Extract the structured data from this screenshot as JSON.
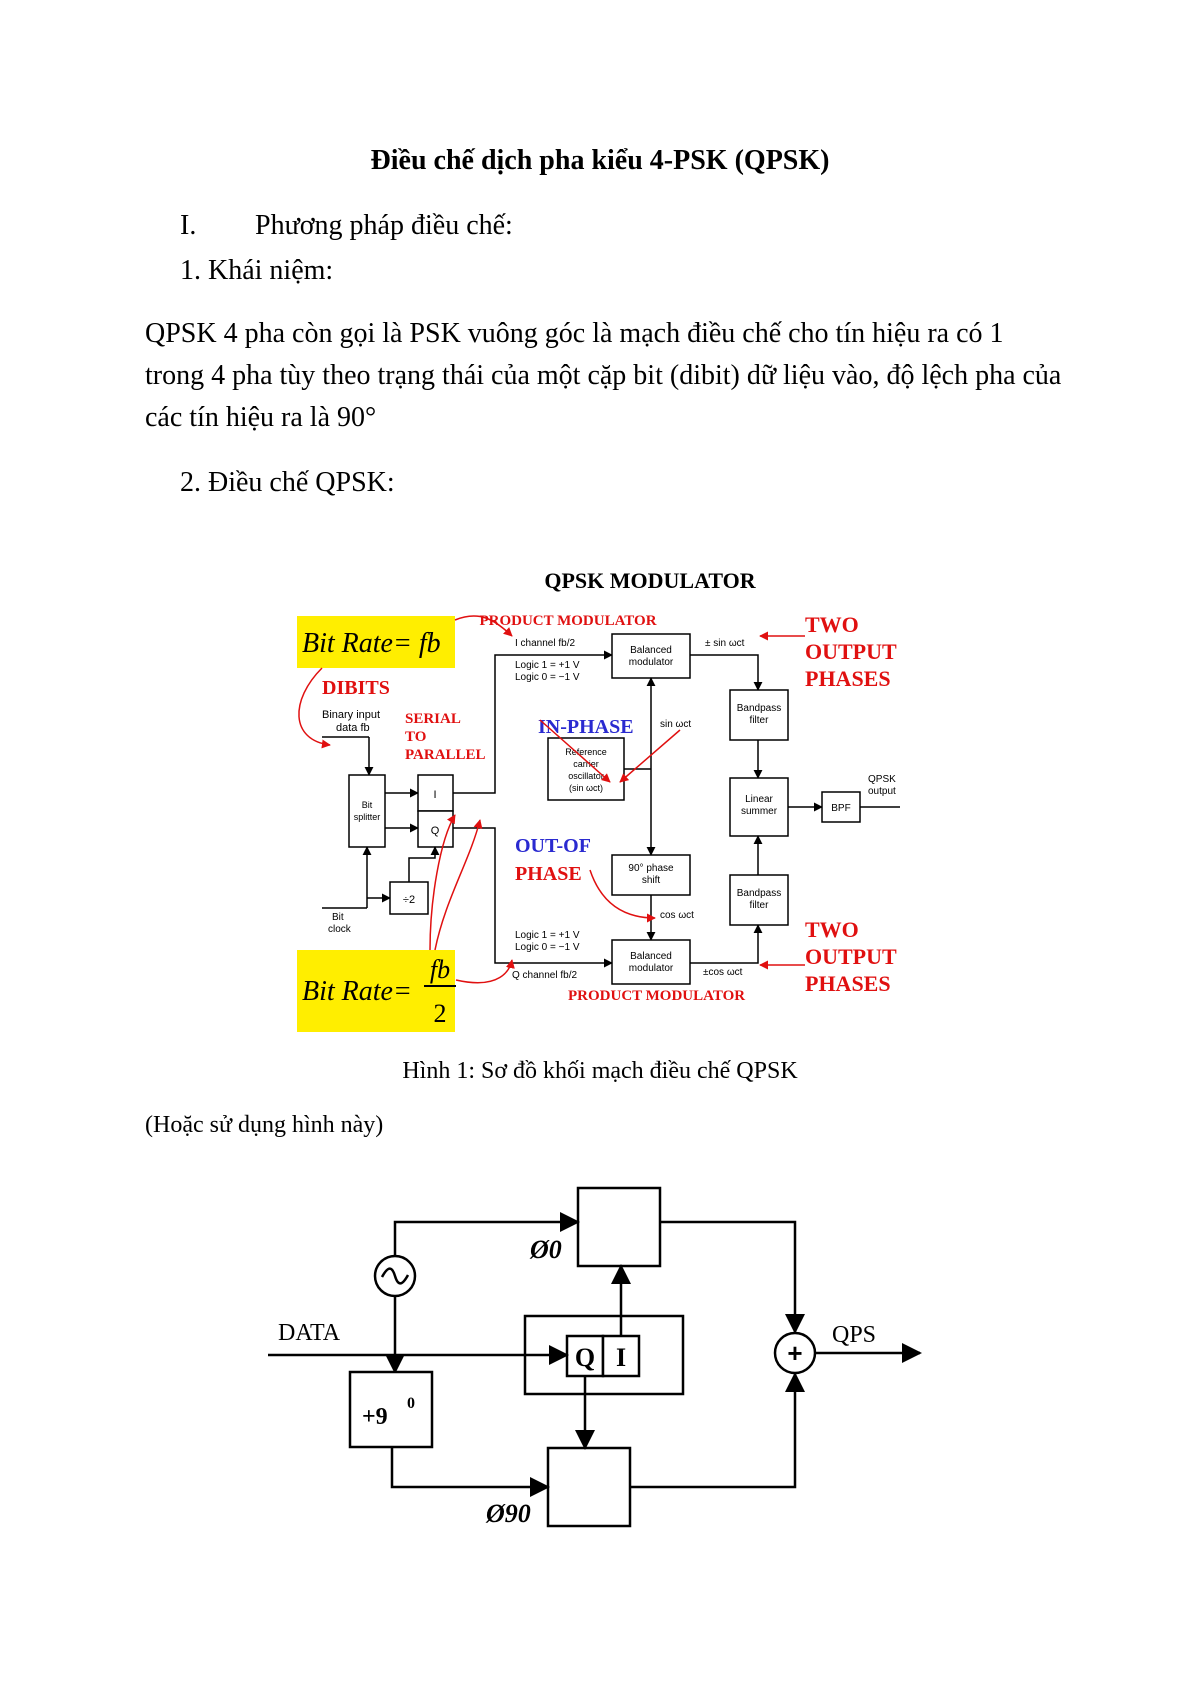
{
  "document": {
    "title": "Điều chế dịch pha kiểu 4-PSK (QPSK)",
    "section_num": "I.",
    "section_title": "Phương pháp điều chế:",
    "sub1": "1. Khái niệm:",
    "paragraph": "QPSK 4 pha còn gọi là PSK vuông góc là mạch điều chế cho tín hiệu ra có 1 trong 4 pha tùy theo trạng thái của một cặp bit (dibit) dữ liệu vào, độ lệch pha của các tín hiệu ra là 90°",
    "sub2": "2. Điều chế QPSK:",
    "figure_caption": "Hình 1: Sơ đồ khối mạch điều chế QPSK",
    "alt_note": "(Hoặc sử dụng hình này)"
  },
  "fig1": {
    "title": "QPSK MODULATOR",
    "bitrate_top": "Bit Rate= fb",
    "bitrate_bottom_lhs": "Bit Rate=",
    "bitrate_bottom_num": "fb",
    "bitrate_bottom_den": "2",
    "dibits": "DIBITS",
    "binary_input_1": "Binary input",
    "binary_input_2": "data fb",
    "serial_1": "SERIAL",
    "serial_2": "TO",
    "serial_3": "PARALLEL",
    "bit_splitter_1": "Bit",
    "bit_splitter_2": "splitter",
    "i_label": "I",
    "q_label": "Q",
    "div2": "÷2",
    "bit_clock_1": "Bit",
    "bit_clock_2": "clock",
    "product_mod_top": "PRODUCT MODULATOR",
    "product_mod_bottom": "PRODUCT MODULATOR",
    "i_channel": "I channel fb/2",
    "logic1_top": "Logic 1 = +1 V",
    "logic0_top": "Logic 0 = −1 V",
    "balanced_mod_1": "Balanced",
    "balanced_mod_2": "modulator",
    "sin_pm": "± sin ωct",
    "bandpass_1": "Bandpass",
    "bandpass_2": "filter",
    "in_phase": "IN-PHASE",
    "sin_wct": "sin ωct",
    "ref_osc_1": "Reference",
    "ref_osc_2": "carrier",
    "ref_osc_3": "oscillator",
    "ref_osc_4": "(sin ωct)",
    "linear_summer_1": "Linear",
    "linear_summer_2": "summer",
    "bpf": "BPF",
    "qpsk_output_1": "QPSK",
    "qpsk_output_2": "output",
    "out_of_1": "OUT-OF",
    "out_of_2": "PHASE",
    "phase_shift_1": "90° phase",
    "phase_shift_2": "shift",
    "cos_wct": "cos ωct",
    "logic1_bot": "Logic 1 = +1 V",
    "logic0_bot": "Logic 0 = −1 V",
    "q_channel": "Q channel fb/2",
    "cos_pm": "±cos ωct",
    "two_output_1": "TWO",
    "two_output_2": "OUTPUT",
    "two_output_3": "PHASES"
  },
  "fig2": {
    "data_label": "DATA",
    "qps_label": "QPS",
    "phi0": "Ø0",
    "phi90": "Ø90",
    "plus9": "+9",
    "plus9_sup": "0",
    "q": "Q",
    "i": "I",
    "plus": "+"
  },
  "colors": {
    "accent_red": "#e01010",
    "accent_blue": "#2a2ad0",
    "highlight": "#ffee00"
  }
}
